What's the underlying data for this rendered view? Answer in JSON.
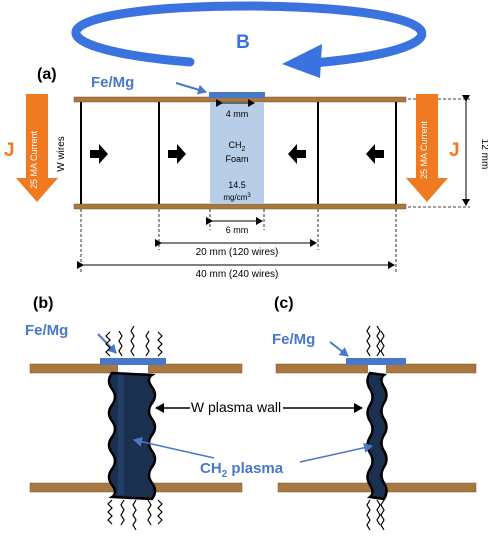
{
  "panels": {
    "a": "(a)",
    "b": "(b)",
    "c": "(c)"
  },
  "field_label": "B",
  "current_symbol": "J",
  "current_label": "25 MA Current",
  "wires_label": "W wires",
  "target_label": "Fe/Mg",
  "foam": {
    "line1": "CH",
    "line1_sub": "2",
    "line2": "Foam",
    "density": "14.5",
    "density_unit": "mg/cm",
    "density_unit_sup": "3"
  },
  "dimensions": {
    "top_gap": "4 mm",
    "bottom_gap": "6 mm",
    "height": "12 mm",
    "inner_span": "20 mm (120 wires)",
    "outer_span": "40 mm (240 wires)"
  },
  "plasma_wall_label": "W plasma wall",
  "ch2_plasma": {
    "text": "CH",
    "sub": "2",
    "rest": " plasma"
  },
  "colors": {
    "electrode": "#a87840",
    "electrode_edge": "#7a5428",
    "blue_accent": "#4a78c8",
    "field_arrow": "#3a72e0",
    "current_arrow": "#f07a22",
    "foam_fill": "#b8cde8",
    "plasma_fill": "#1b2f4f",
    "text_dark": "#000000"
  }
}
